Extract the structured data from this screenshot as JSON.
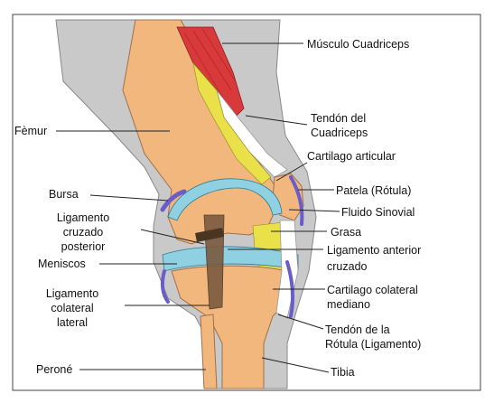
{
  "labels": {
    "quadriceps_muscle": "Músculo Cuadriceps",
    "quadriceps_tendon_1": "Tendón del",
    "quadriceps_tendon_2": "Cuadriceps",
    "femur": "Fèmur",
    "articular_cartilage": "Cartilago articular",
    "bursa": "Bursa",
    "patella": "Patela (Rótula)",
    "synovial_fluid": "Fluido Sinovial",
    "pcl_1": "Ligamento",
    "pcl_2": "cruzado",
    "pcl_3": "posterior",
    "fat": "Grasa",
    "acl_1": "Ligamento anterior",
    "acl_2": "cruzado",
    "menisci": "Meniscos",
    "mcl_1": "Cartilago colateral",
    "mcl_2": "mediano",
    "lcl_1": "Ligamento",
    "lcl_2": "colateral",
    "lcl_3": "lateral",
    "patellar_tendon_1": "Tendón de la",
    "patellar_tendon_2": "Rótula (Ligamento)",
    "fibula": "Peroné",
    "tibia": "Tibia"
  },
  "colors": {
    "soft_tissue": "#c9c9c9",
    "bone": "#f2b77d",
    "muscle": "#d8393a",
    "cartilage": "#8fd0e3",
    "fat": "#e9e04a",
    "bursa": "#6a5cc9",
    "ligament": "#7a5a3e"
  }
}
